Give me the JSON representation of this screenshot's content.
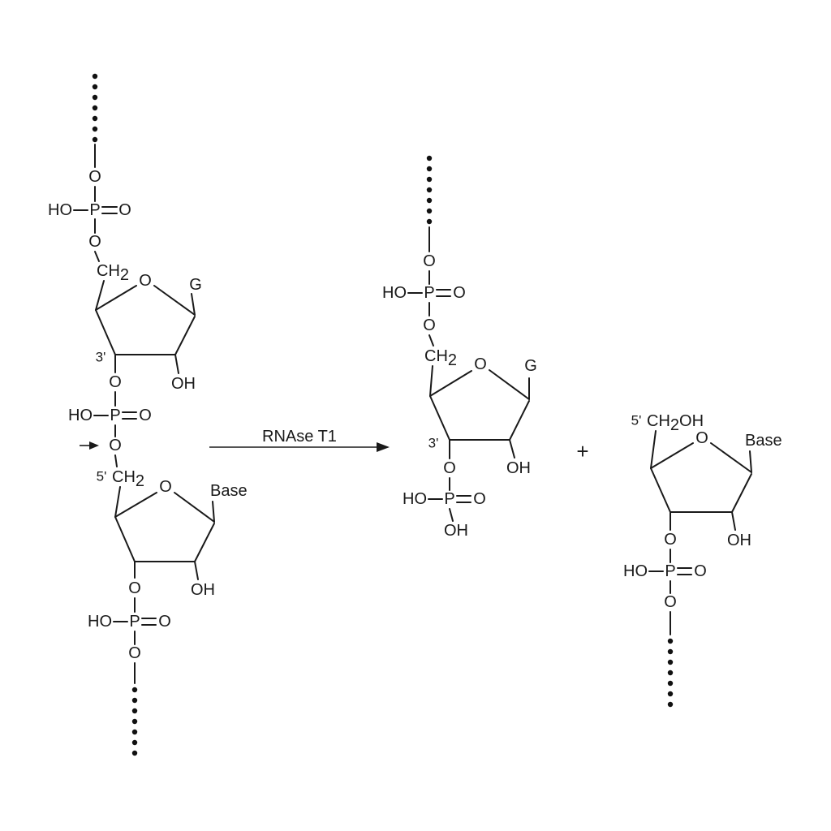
{
  "reaction": {
    "enzyme_label": "RNAse T1",
    "plus_sign": "+"
  },
  "atoms": {
    "O": "O",
    "P": "P",
    "HO": "HO",
    "OH": "OH",
    "CH": "CH",
    "sub2": "2",
    "CH2OH_sub": "2",
    "CH2OH_tail": "OH",
    "G": "G",
    "Base": "Base",
    "pos_3": "3'",
    "pos_5": "5'"
  },
  "colors": {
    "ink": "#1a1a1a",
    "background": "#ffffff"
  }
}
